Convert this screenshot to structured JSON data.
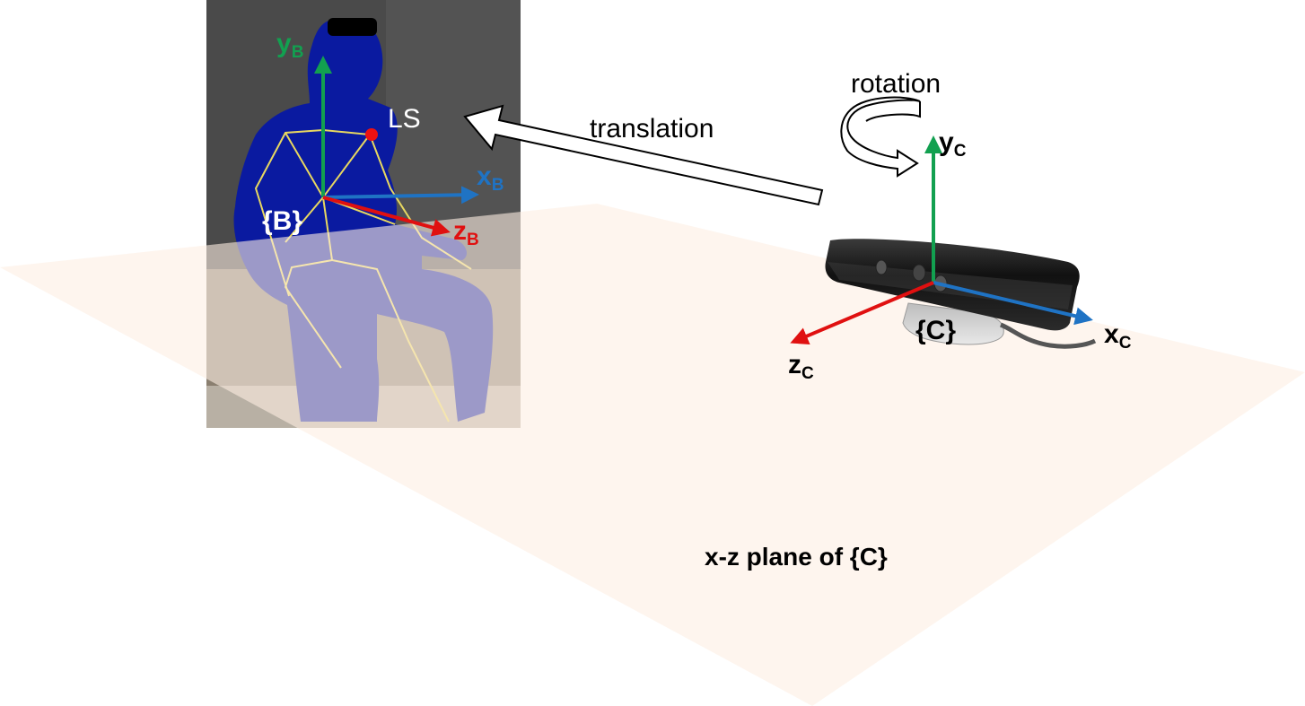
{
  "labels": {
    "rotation": "rotation",
    "translation": "translation",
    "ls": "LS",
    "frame_b": "{B}",
    "frame_c": "{C}",
    "plane": "x-z plane of {C}",
    "yb": "y",
    "yb_sub": "B",
    "xb": "x",
    "xb_sub": "B",
    "zb": "z",
    "zb_sub": "B",
    "yc": "y",
    "yc_sub": "C",
    "xc": "x",
    "xc_sub": "C",
    "zc": "z",
    "zc_sub": "C"
  },
  "colors": {
    "y_axis": "#12a050",
    "x_axis": "#1f73c4",
    "z_axis": "#e01010",
    "body_silhouette": "#0a1aa0",
    "depth_background": "#4a4a4a",
    "plane_fill": "#fdeee2",
    "skeleton": "#e8d860",
    "joint_marker": "#ee1111"
  },
  "icons": {
    "sensor": "depth-camera-icon",
    "rotation": "rotation-arrow-icon",
    "translation": "translation-arrow-icon"
  }
}
